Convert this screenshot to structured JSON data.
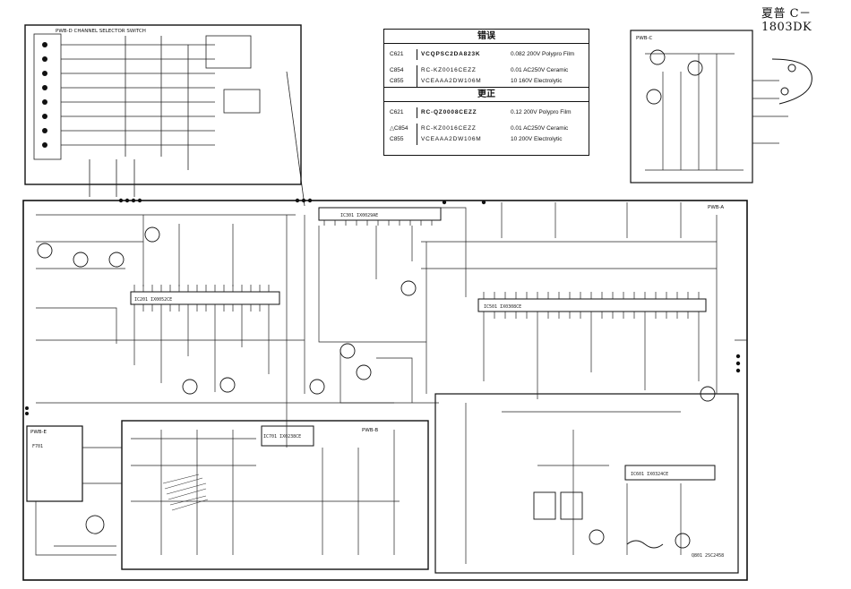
{
  "header": {
    "title": "夏普 C－1803DK"
  },
  "error_table": {
    "error_heading": "错误",
    "correct_heading": "更正",
    "error_rows": [
      {
        "ref": "C621",
        "part": "VCQPSC2DA823K",
        "spec": "0.082 200V Polypro Film"
      },
      {
        "ref": "C854",
        "part": "RC-KZ0016CEZZ",
        "spec": "0.01 AC250V Ceramic"
      },
      {
        "ref": "C855",
        "part": "VCEAAA2DW106M",
        "spec": "10 160V Electrolytic"
      }
    ],
    "correct_rows": [
      {
        "ref": "C621",
        "part": "RC-QZ0008CEZZ",
        "spec": "0.12 200V Polypro Film"
      },
      {
        "ref": "△C854",
        "part": "RC-KZ0016CEZZ",
        "spec": "0.01 AC250V Ceramic"
      },
      {
        "ref": "C855",
        "part": "VCEAAA2DW106M",
        "spec": "10 200V Electrolytic"
      }
    ]
  },
  "blocks": {
    "channel_selector": "PWB-D CHANNEL SELECTOR SWITCH",
    "pwb_a": "PWB-A",
    "pwb_b": "PWB-B",
    "pwb_c": "PWB-C",
    "pwb_e": "PWB-E",
    "ic201": "IC201 IX0052CE",
    "ic501": "IC501 IX0308CE",
    "ic301": "IC301 IX0029AE",
    "ic601": "IC601 IX0324CE",
    "ic701": "IC701 IX0238CE",
    "q801": "Q801 2SC2458",
    "fuse": "F701"
  }
}
